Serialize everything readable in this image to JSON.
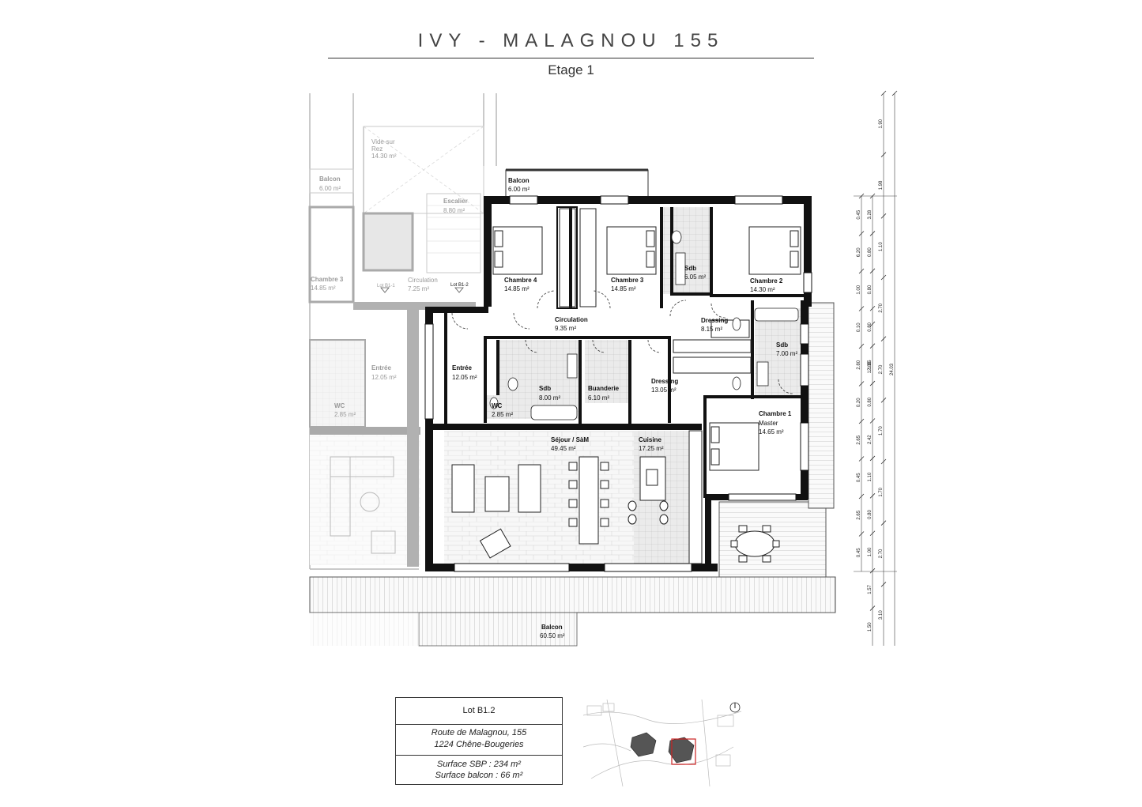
{
  "header": {
    "title": "IVY - MALAGNOU 155",
    "subtitle": "Etage 1"
  },
  "rooms": {
    "vide_sur": "Vide-sur",
    "rez": "Rez",
    "vide_area": "14.30 m²",
    "balcon_left": "Balcon",
    "balcon_left_area": "6.00 m²",
    "balcon_top": "Balcon",
    "balcon_top_area": "6.00 m²",
    "escalier": "Escalier",
    "escalier_area": "8.80 m²",
    "chambre3_left": "Chambre 3",
    "chambre3_left_area": "14.85 m²",
    "circulation_left": "Circulation",
    "circulation_left_area": "7.25 m²",
    "lot_b11": "Lot B1-1",
    "lot_b12": "Lot B1-2",
    "chambre4": "Chambre 4",
    "chambre4_area": "14.85 m²",
    "chambre3": "Chambre 3",
    "chambre3_area": "14.85 m²",
    "sdb_top": "Sdb",
    "sdb_top_area": "6.05 m²",
    "chambre2": "Chambre 2",
    "chambre2_area": "14.30 m²",
    "circulation": "Circulation",
    "circulation_area": "9.35 m²",
    "dressing_top": "Dressing",
    "dressing_top_area": "8.15 m²",
    "sdb_right": "Sdb",
    "sdb_right_area": "7.00 m²",
    "entree": "Entrée",
    "entree_area": "12.05 m²",
    "entree_left": "Entrée",
    "entree_left_area": "12.05 m²",
    "wc_left": "WC",
    "wc_left_area": "2.85 m²",
    "sdb_mid": "Sdb",
    "sdb_mid_area": "8.00 m²",
    "buanderie": "Buanderie",
    "buanderie_area": "6.10 m²",
    "dressing_mid": "Dressing",
    "dressing_mid_area": "13.05 m²",
    "wc": "WC",
    "wc_area": "2.85 m²",
    "chambre1": "Chambre 1",
    "chambre1_sub": "Master",
    "chambre1_area": "14.65 m²",
    "sejour": "Séjour / SàM",
    "sejour_area": "49.45 m²",
    "cuisine": "Cuisine",
    "cuisine_area": "17.25 m²",
    "balcon_bottom": "Balcon",
    "balcon_bottom_area": "60.50 m²"
  },
  "dimensions": {
    "col_a": [
      "0.45",
      "6.20",
      "1.00",
      "0.10",
      "2.80",
      "0.20",
      "2.65",
      "0.45",
      "2.65",
      "0.45"
    ],
    "col_b": [
      "3.28",
      "0.80",
      "0.80",
      "0.80",
      "1.95",
      "0.80",
      "2.42",
      "1.10",
      "0.80",
      "1.00",
      "1.57",
      "1.50"
    ],
    "col_c": [
      "1.90",
      "1.98",
      "1.10",
      "2.70",
      "2.70",
      "1.70",
      "1.70",
      "2.70",
      "3.10"
    ],
    "col_d": [
      "12.85"
    ],
    "col_e": [
      "24.03"
    ]
  },
  "info": {
    "lot": "Lot B1.2",
    "address_line1": "Route de Malagnou, 155",
    "address_line2": "1224 Chêne-Bougeries",
    "surface_sbp": "Surface SBP : 234 m²",
    "surface_balcon": "Surface balcon : 66 m²"
  },
  "colors": {
    "wall": "#111111",
    "faded": "#c8c8c8",
    "tile": "#e2e2e2",
    "highlight": "#cc2222"
  }
}
